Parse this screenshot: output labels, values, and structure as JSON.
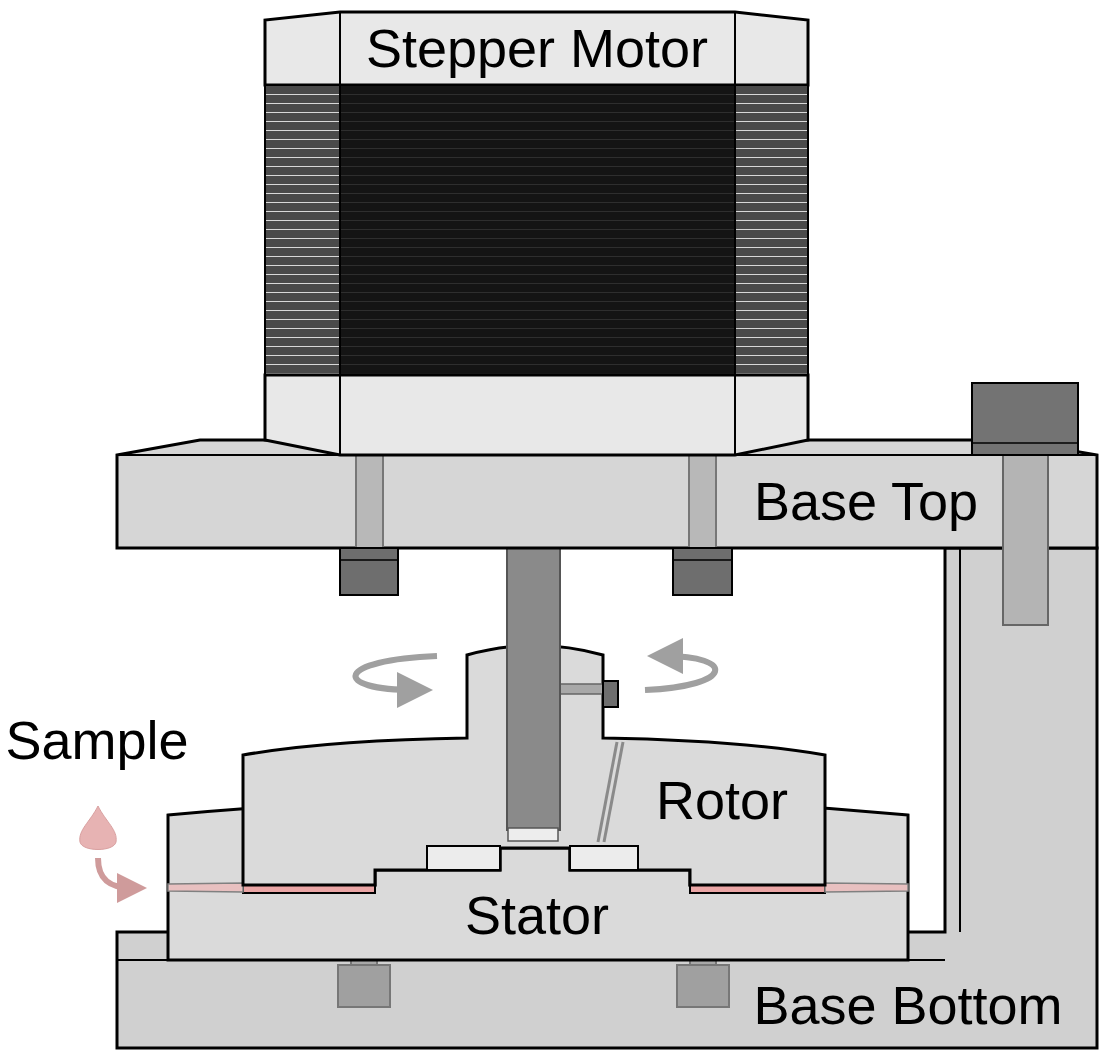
{
  "diagram": {
    "nodes": [
      {
        "text": [
          "Stepper Motor"
        ]
      },
      {
        "text": [
          "Base Top"
        ]
      },
      {
        "text": [
          "Rotor"
        ]
      },
      {
        "text": [
          "Stator"
        ]
      },
      {
        "text": [
          "Base Bottom"
        ]
      }
    ],
    "labels": [
      "Sample"
    ]
  }
}
